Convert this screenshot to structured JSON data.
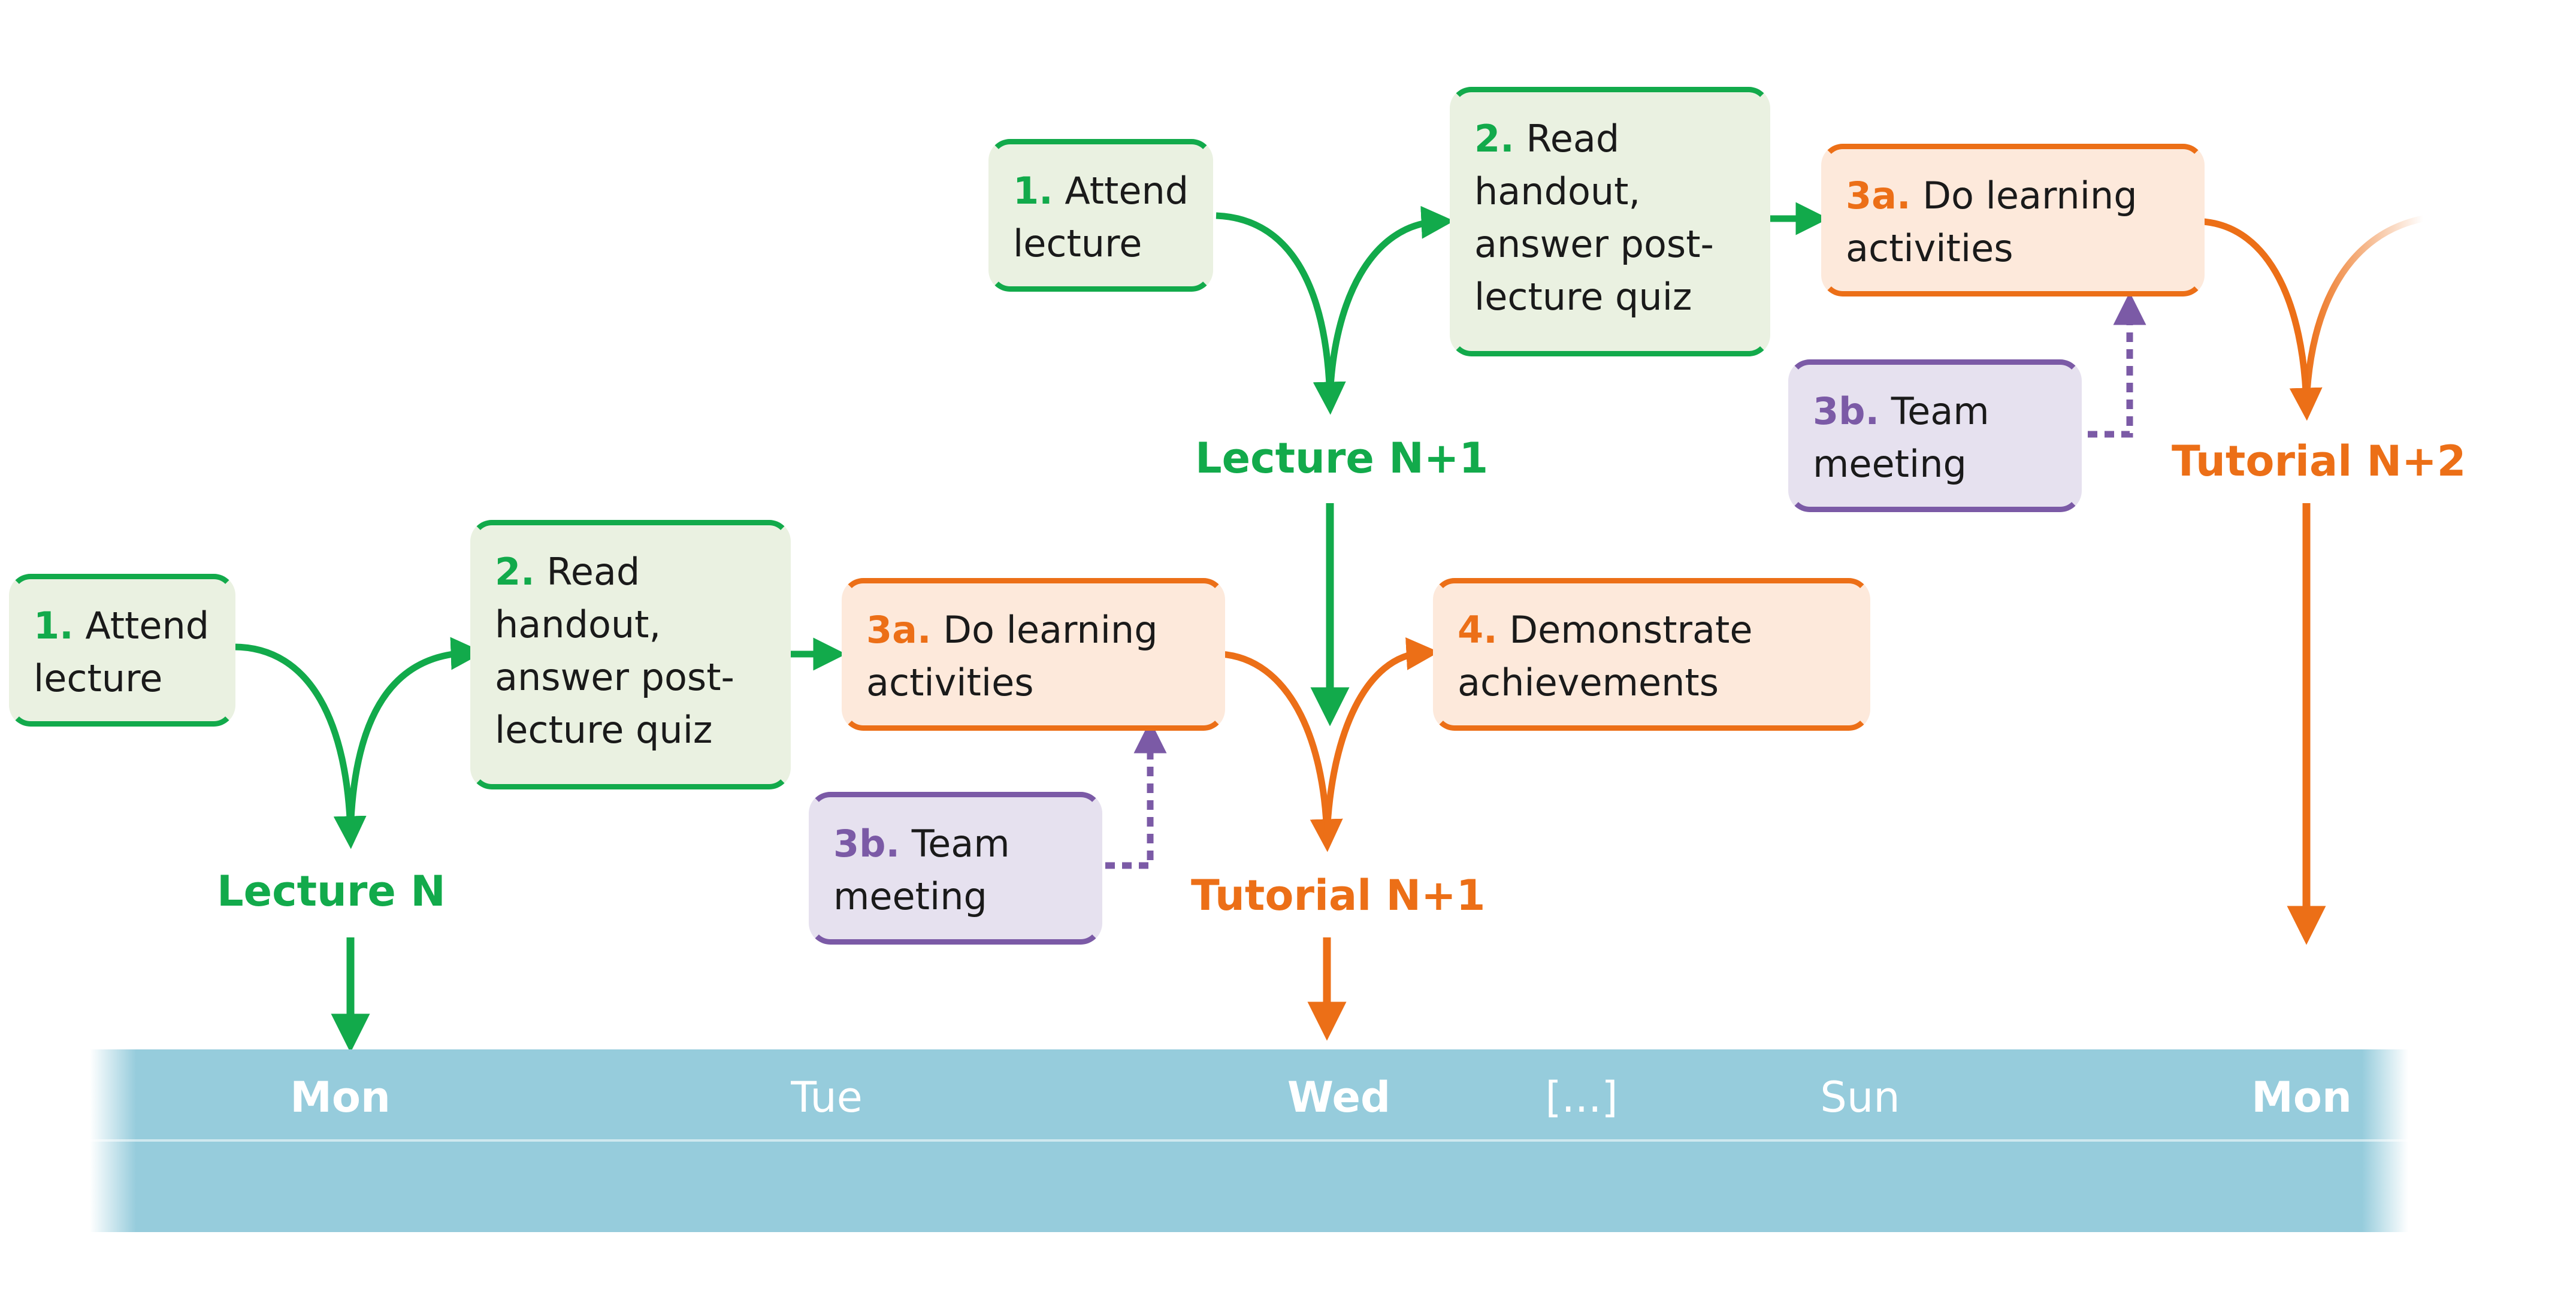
{
  "colors": {
    "green": "#12aa4b",
    "orange": "#ec6f17",
    "purple": "#7b5aa6",
    "timeline": "#96ccdc"
  },
  "week1": {
    "attend": {
      "num": "1.",
      "line1": "Attend",
      "line2": "lecture"
    },
    "read": {
      "num": "2.",
      "line1": "Read",
      "line2": "handout,",
      "line3": "answer post-",
      "line4": "lecture quiz"
    },
    "activities": {
      "num": "3a.",
      "line1": "Do learning",
      "line2": "activities"
    },
    "team": {
      "num": "3b.",
      "line1": "Team",
      "line2": "meeting"
    },
    "demonstrate": {
      "num": "4.",
      "line1": "Demonstrate",
      "line2": "achievements"
    },
    "lecture_label": "Lecture N",
    "tutorial_label": "Tutorial N+1"
  },
  "week2": {
    "attend": {
      "num": "1.",
      "line1": "Attend",
      "line2": "lecture"
    },
    "read": {
      "num": "2.",
      "line1": "Read",
      "line2": "handout,",
      "line3": "answer post-",
      "line4": "lecture quiz"
    },
    "activities": {
      "num": "3a.",
      "line1": "Do learning",
      "line2": "activities"
    },
    "team": {
      "num": "3b.",
      "line1": "Team",
      "line2": "meeting"
    },
    "lecture_label": "Lecture N+1",
    "tutorial_label": "Tutorial N+2"
  },
  "timeline": {
    "days": [
      "Mon",
      "Tue",
      "Wed",
      "[...]",
      "Sun",
      "Mon"
    ],
    "bold_days": [
      true,
      false,
      true,
      false,
      false,
      true
    ]
  }
}
